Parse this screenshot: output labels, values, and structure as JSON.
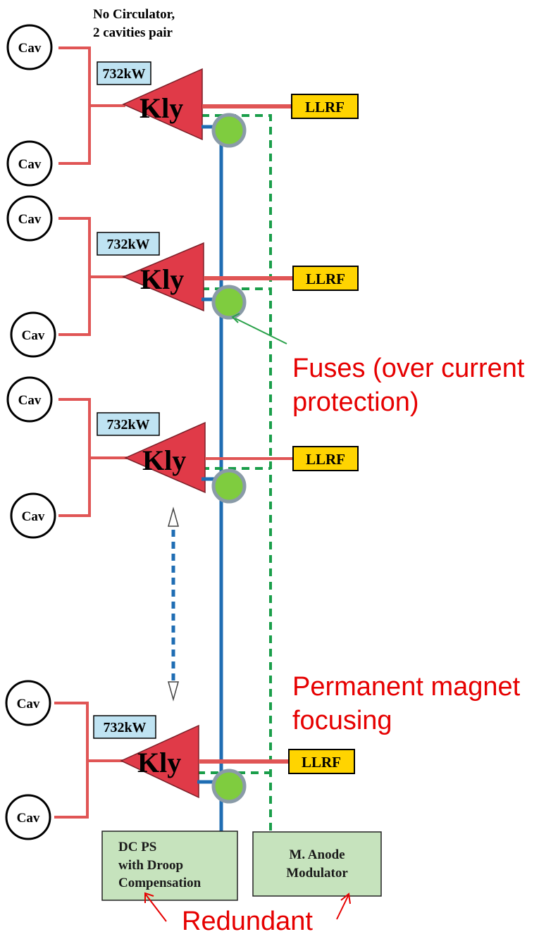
{
  "header_note": {
    "line1": "No Circulator,",
    "line2": "2 cavities pair"
  },
  "units": [
    {
      "cav_top": "Cav",
      "cav_bottom": "Cav",
      "power": "732kW",
      "kly": "Kly",
      "llrf": "LLRF"
    },
    {
      "cav_top": "Cav",
      "cav_bottom": "Cav",
      "power": "732kW",
      "kly": "Kly",
      "llrf": "LLRF"
    },
    {
      "cav_top": "Cav",
      "cav_bottom": "Cav",
      "power": "732kW",
      "kly": "Kly",
      "llrf": "LLRF"
    },
    {
      "cav_top": "Cav",
      "cav_bottom": "Cav",
      "power": "732kW",
      "kly": "Kly",
      "llrf": "LLRF"
    }
  ],
  "annotations": {
    "fuses_line1": "Fuses (over current",
    "fuses_line2": "protection)",
    "magnet_line1": "Permanent magnet",
    "magnet_line2": "focusing",
    "redundant": "Redundant"
  },
  "dc_ps": {
    "line1": "DC PS",
    "line2": "with Droop",
    "line3": "Compensation"
  },
  "anode_mod": {
    "line1": "M. Anode",
    "line2": "Modulator"
  },
  "colors": {
    "rf_line": "#e05555",
    "klystron": "#e03a48",
    "dc_bus": "#1f6db3",
    "modulator_line": "#1a9e4a",
    "fuse": "#7fcc3f",
    "llrf": "#ffd400",
    "power_label": "#bfe3f2",
    "supply_box": "#c6e3bd",
    "annotation_text": "#e60000"
  }
}
